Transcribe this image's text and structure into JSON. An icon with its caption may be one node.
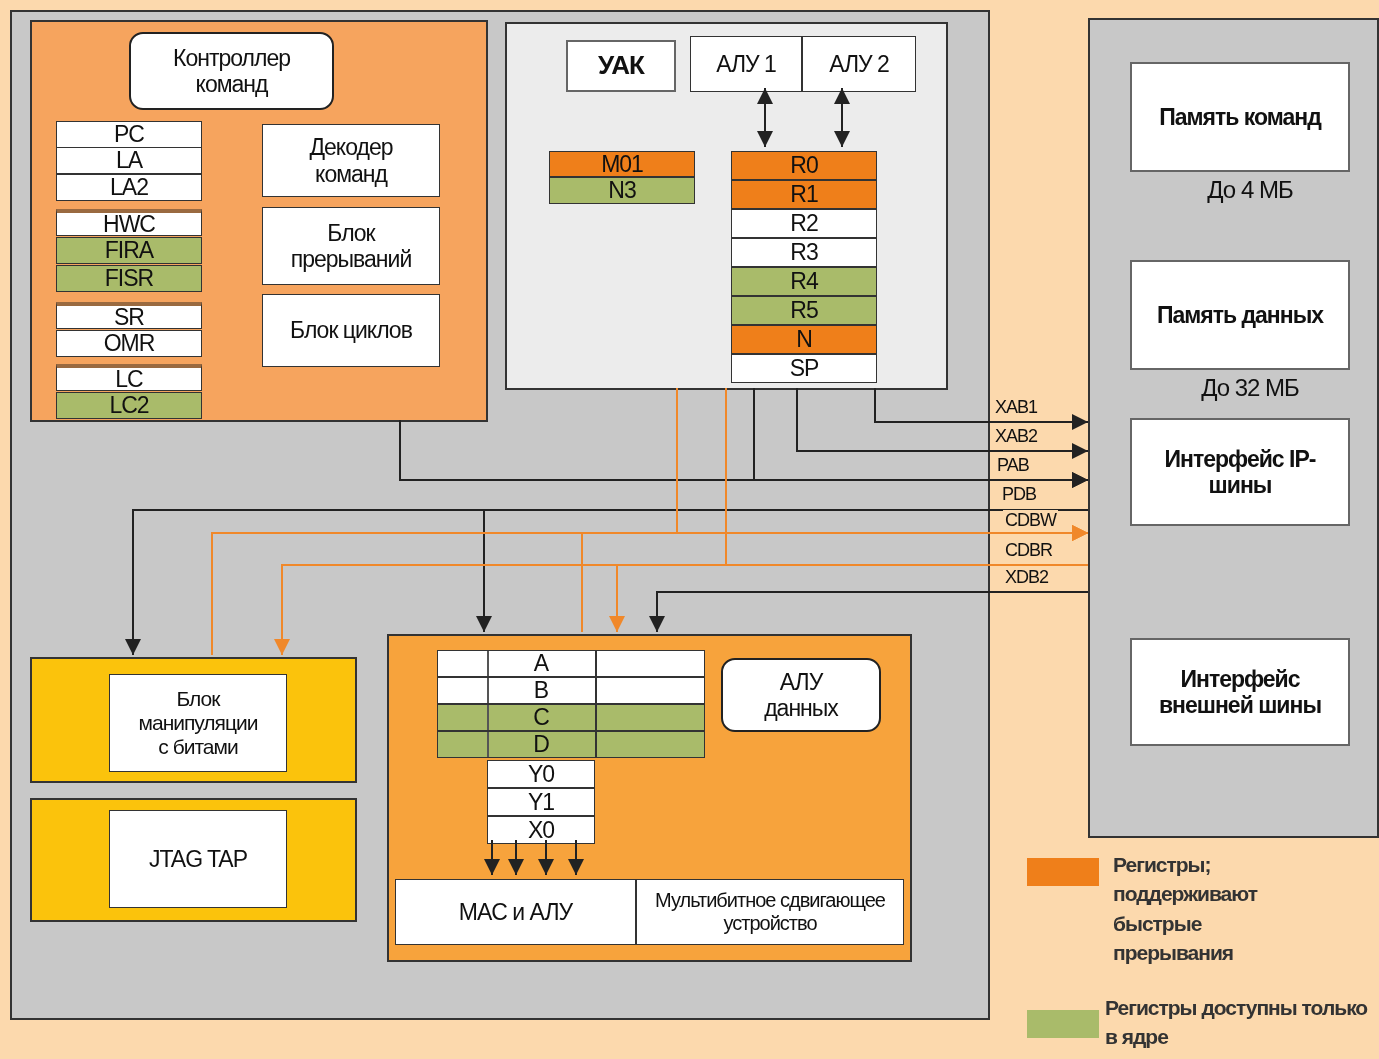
{
  "diagram": {
    "nodes": [
      {
        "text": [],
        "shape": "box"
      },
      {
        "text": [],
        "shape": "box",
        "in": 0
      },
      {
        "text": [
          "Контроллер команд"
        ],
        "in": 1
      },
      {
        "text": [
          "PC"
        ],
        "in": 1
      },
      {
        "text": [
          "LA"
        ],
        "in": 1
      },
      {
        "text": [
          "LA2"
        ],
        "in": 1
      },
      {
        "text": [
          "HWC"
        ],
        "in": 1
      },
      {
        "text": [
          "FIRA"
        ],
        "in": 1
      },
      {
        "text": [
          "FISR"
        ],
        "in": 1
      },
      {
        "text": [
          "SR"
        ],
        "in": 1
      },
      {
        "text": [
          "OMR"
        ],
        "in": 1
      },
      {
        "text": [
          "LC"
        ],
        "in": 1
      },
      {
        "text": [
          "LC2"
        ],
        "in": 1
      },
      {
        "text": [
          "Декодер команд"
        ],
        "in": 1
      },
      {
        "text": [
          "Блок прерываний"
        ],
        "in": 1
      },
      {
        "text": [
          "Блок циклов"
        ],
        "in": 1
      },
      {
        "text": [],
        "shape": "box",
        "in": 0
      },
      {
        "text": [
          "УАК"
        ],
        "in": 16
      },
      {
        "text": [
          "АЛУ 1"
        ],
        "in": 16
      },
      {
        "text": [
          "АЛУ 2"
        ],
        "in": 16
      },
      {
        "text": [
          "M01"
        ],
        "in": 16
      },
      {
        "text": [
          "N3"
        ],
        "in": 16
      },
      {
        "text": [
          "R0"
        ],
        "in": 16
      },
      {
        "text": [
          "R1"
        ],
        "in": 16
      },
      {
        "text": [
          "R2"
        ],
        "in": 16
      },
      {
        "text": [
          "R3"
        ],
        "in": 16
      },
      {
        "text": [
          "R4"
        ],
        "in": 16
      },
      {
        "text": [
          "R5"
        ],
        "in": 16
      },
      {
        "text": [
          "N"
        ],
        "in": 16
      },
      {
        "text": [
          "SP"
        ],
        "in": 16
      },
      {
        "text": [],
        "shape": "box",
        "in": 0
      },
      {
        "text": [
          "Блок манипуляции с битами"
        ],
        "in": 30
      },
      {
        "text": [],
        "shape": "box",
        "in": 0
      },
      {
        "text": [
          "JTAG TAP"
        ],
        "in": 32
      },
      {
        "text": [],
        "shape": "box",
        "in": 0
      },
      {
        "text": [
          "A"
        ],
        "in": 34
      },
      {
        "text": [
          "B"
        ],
        "in": 34
      },
      {
        "text": [
          "C"
        ],
        "in": 34
      },
      {
        "text": [
          "D"
        ],
        "in": 34
      },
      {
        "text": [
          "Y0"
        ],
        "in": 34
      },
      {
        "text": [
          "Y1"
        ],
        "in": 34
      },
      {
        "text": [
          "X0"
        ],
        "in": 34
      },
      {
        "text": [
          "АЛУ данных"
        ],
        "in": 34
      },
      {
        "text": [
          "MAC и АЛУ"
        ],
        "in": 34
      },
      {
        "text": [
          "Мультибитное сдвигающее устройство"
        ],
        "in": 34
      },
      {
        "text": [],
        "shape": "box"
      },
      {
        "text": [
          "Память команд"
        ],
        "beside": [
          "До 4 МБ"
        ],
        "in": 45
      },
      {
        "text": [
          "Память данных"
        ],
        "beside": [
          "До 32 МБ"
        ],
        "in": 45
      },
      {
        "text": [
          "Интерфейс IP-шины"
        ],
        "in": 45
      },
      {
        "text": [
          "Интерфейс внешней шины"
        ],
        "in": 45
      }
    ],
    "edges": [
      {
        "from": 16,
        "to": 45,
        "arrow": "to",
        "label": "XAB1"
      },
      {
        "from": 16,
        "to": 45,
        "arrow": "to",
        "label": "XAB2"
      },
      {
        "from": 1,
        "to": 45,
        "arrow": "to",
        "label": "PAB"
      },
      {
        "from": 16,
        "to": 45,
        "arrow": "to"
      },
      {
        "from": 45,
        "to": 30,
        "arrow": "to",
        "label": "PDB"
      },
      {
        "from": 45,
        "to": 34,
        "arrow": "to"
      },
      {
        "from": 16,
        "to": 45,
        "arrow": "to",
        "label": "CDBW",
        "color": "#f0882a"
      },
      {
        "from": 30,
        "to": 45,
        "arrow": "to",
        "color": "#f0882a"
      },
      {
        "from": 34,
        "to": 45,
        "arrow": "to",
        "color": "#f0882a"
      },
      {
        "from": 45,
        "to": 30,
        "arrow": "to",
        "label": "CDBR",
        "color": "#f0882a"
      },
      {
        "from": 45,
        "to": 34,
        "arrow": "to",
        "color": "#f0882a"
      },
      {
        "from": 16,
        "to": 45,
        "arrow": "none",
        "color": "#f0882a"
      },
      {
        "from": 45,
        "to": 34,
        "arrow": "to",
        "label": "XDB2"
      },
      {
        "from": 18,
        "to": 22,
        "arrow": "both"
      },
      {
        "from": 19,
        "to": 22,
        "arrow": "both"
      },
      {
        "from": 41,
        "to": 43,
        "arrow": "to"
      },
      {
        "from": 41,
        "to": 43,
        "arrow": "to"
      },
      {
        "from": 41,
        "to": 43,
        "arrow": "to"
      },
      {
        "from": 41,
        "to": 43,
        "arrow": "to"
      }
    ],
    "legend": [
      {
        "text": "Регистры; поддерживают быстрые прерывания",
        "color": "#ef7f1a"
      },
      {
        "text": "Регистры доступны только в ядре",
        "color": "#a9bb6a"
      }
    ]
  }
}
